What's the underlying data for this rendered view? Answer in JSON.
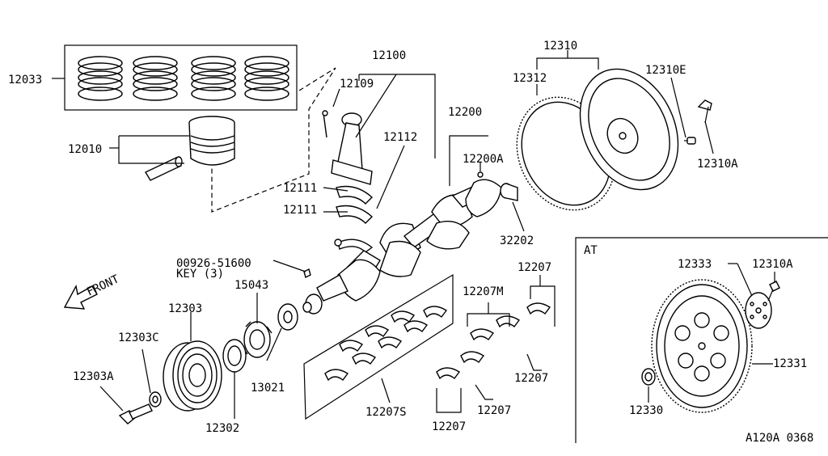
{
  "diagram": {
    "catalog_code": "A120A 0368",
    "at_section_label": "AT",
    "front_label": "FRONT",
    "labels": {
      "rings": "12033",
      "piston": "12010",
      "conrod_assy": "12100",
      "conrod_bolt": "12109",
      "conrod_bush": "12112",
      "conrod_bearing_a": "12111",
      "conrod_bearing_b": "12111",
      "key_part": "00926-51600",
      "key_note": "KEY (3)",
      "crankshaft": "12200",
      "crank_plug": "12200A",
      "pilot_bush": "32202",
      "flywheel_assy": "12310",
      "ring_gear": "12312",
      "flywheel_dowel": "12310E",
      "flywheel_bolt": "12310A",
      "crank_gear": "15043",
      "pulley": "12303",
      "pulley_washer": "12303C",
      "pulley_bolt": "12303A",
      "front_seal": "12302",
      "oil_slinger": "13021",
      "main_bearing_set": "12207S",
      "main_bearing_m": "12207M",
      "main_bearing_1": "12207",
      "main_bearing_2": "12207",
      "main_bearing_3": "12207",
      "main_bearing_4": "12207",
      "drive_plate_adapter": "12333",
      "drive_plate_bolt": "12310A",
      "drive_plate": "12331",
      "drive_plate_spacer": "12330"
    }
  }
}
